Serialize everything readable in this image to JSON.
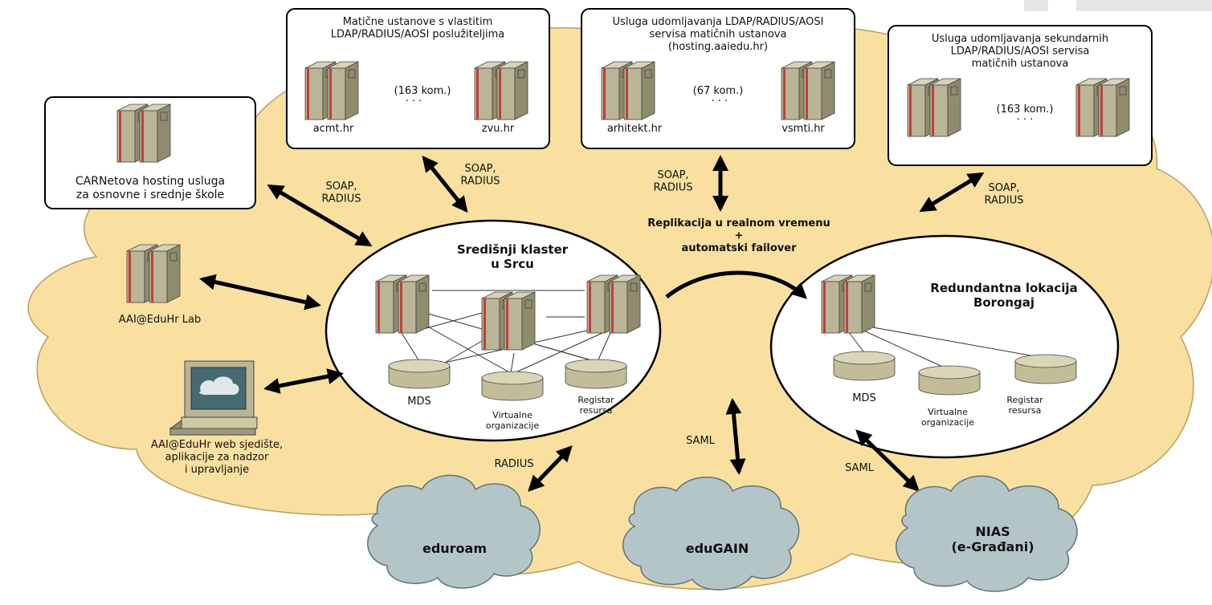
{
  "boxes": {
    "carnet": "CARNetova hosting usluga\nza osnovne i srednje škole",
    "maticne": {
      "title": "Matične ustanove s vlastitim\nLDAP/RADIUS/AOSI poslužiteljima",
      "count": "(163 kom.)",
      "left": "acmt.hr",
      "right": "zvu.hr"
    },
    "udomljavanje": {
      "title": "Usluga udomljavanja LDAP/RADIUS/AOSI\nservisa matičnih ustanova\n(hosting.aaiedu.hr)",
      "count": "(67 kom.)",
      "left": "arhitekt.hr",
      "right": "vsmti.hr"
    },
    "sekundarni": {
      "title": "Usluga udomljavanja sekundarnih\nLDAP/RADIUS/AOSI servisa\nmatičnih ustanova",
      "count": "(163 kom.)"
    }
  },
  "nodes": {
    "lab": "AAI@EduHr Lab",
    "web": "AAI@EduHr web sjedište,\naplikacije za nadzor\ni upravljanje"
  },
  "cluster": {
    "title": "Središnji klaster\nu Srcu",
    "mds": "MDS",
    "vo": "Virtualne\norganizacije",
    "reg": "Registar\nresursa"
  },
  "redundant": {
    "title": "Redundantna lokacija\nBorongaj",
    "mds": "MDS",
    "vo": "Virtualne\norganizacije",
    "reg": "Registar\nresursa"
  },
  "replication": "Replikacija u realnom vremenu\n+\nautomatski failover",
  "protocols": {
    "soap_radius_1": "SOAP,\nRADIUS",
    "soap_radius_2": "SOAP,\nRADIUS",
    "soap_radius_3": "SOAP,\nRADIUS",
    "soap_radius_4": "SOAP,\nRADIUS",
    "radius": "RADIUS",
    "saml_1": "SAML",
    "saml_2": "SAML"
  },
  "clouds": {
    "eduroam": "eduroam",
    "edugain": "eduGAIN",
    "nias": "NIAS\n(e-Građani)"
  },
  "colors": {
    "big_cloud": "#f9e0a0",
    "small_cloud": "#b4c5c8",
    "server_body": "#b9b596",
    "server_side": "#8f8c6e",
    "server_stripe": "#c0403c",
    "db": "#cfcaa6"
  }
}
